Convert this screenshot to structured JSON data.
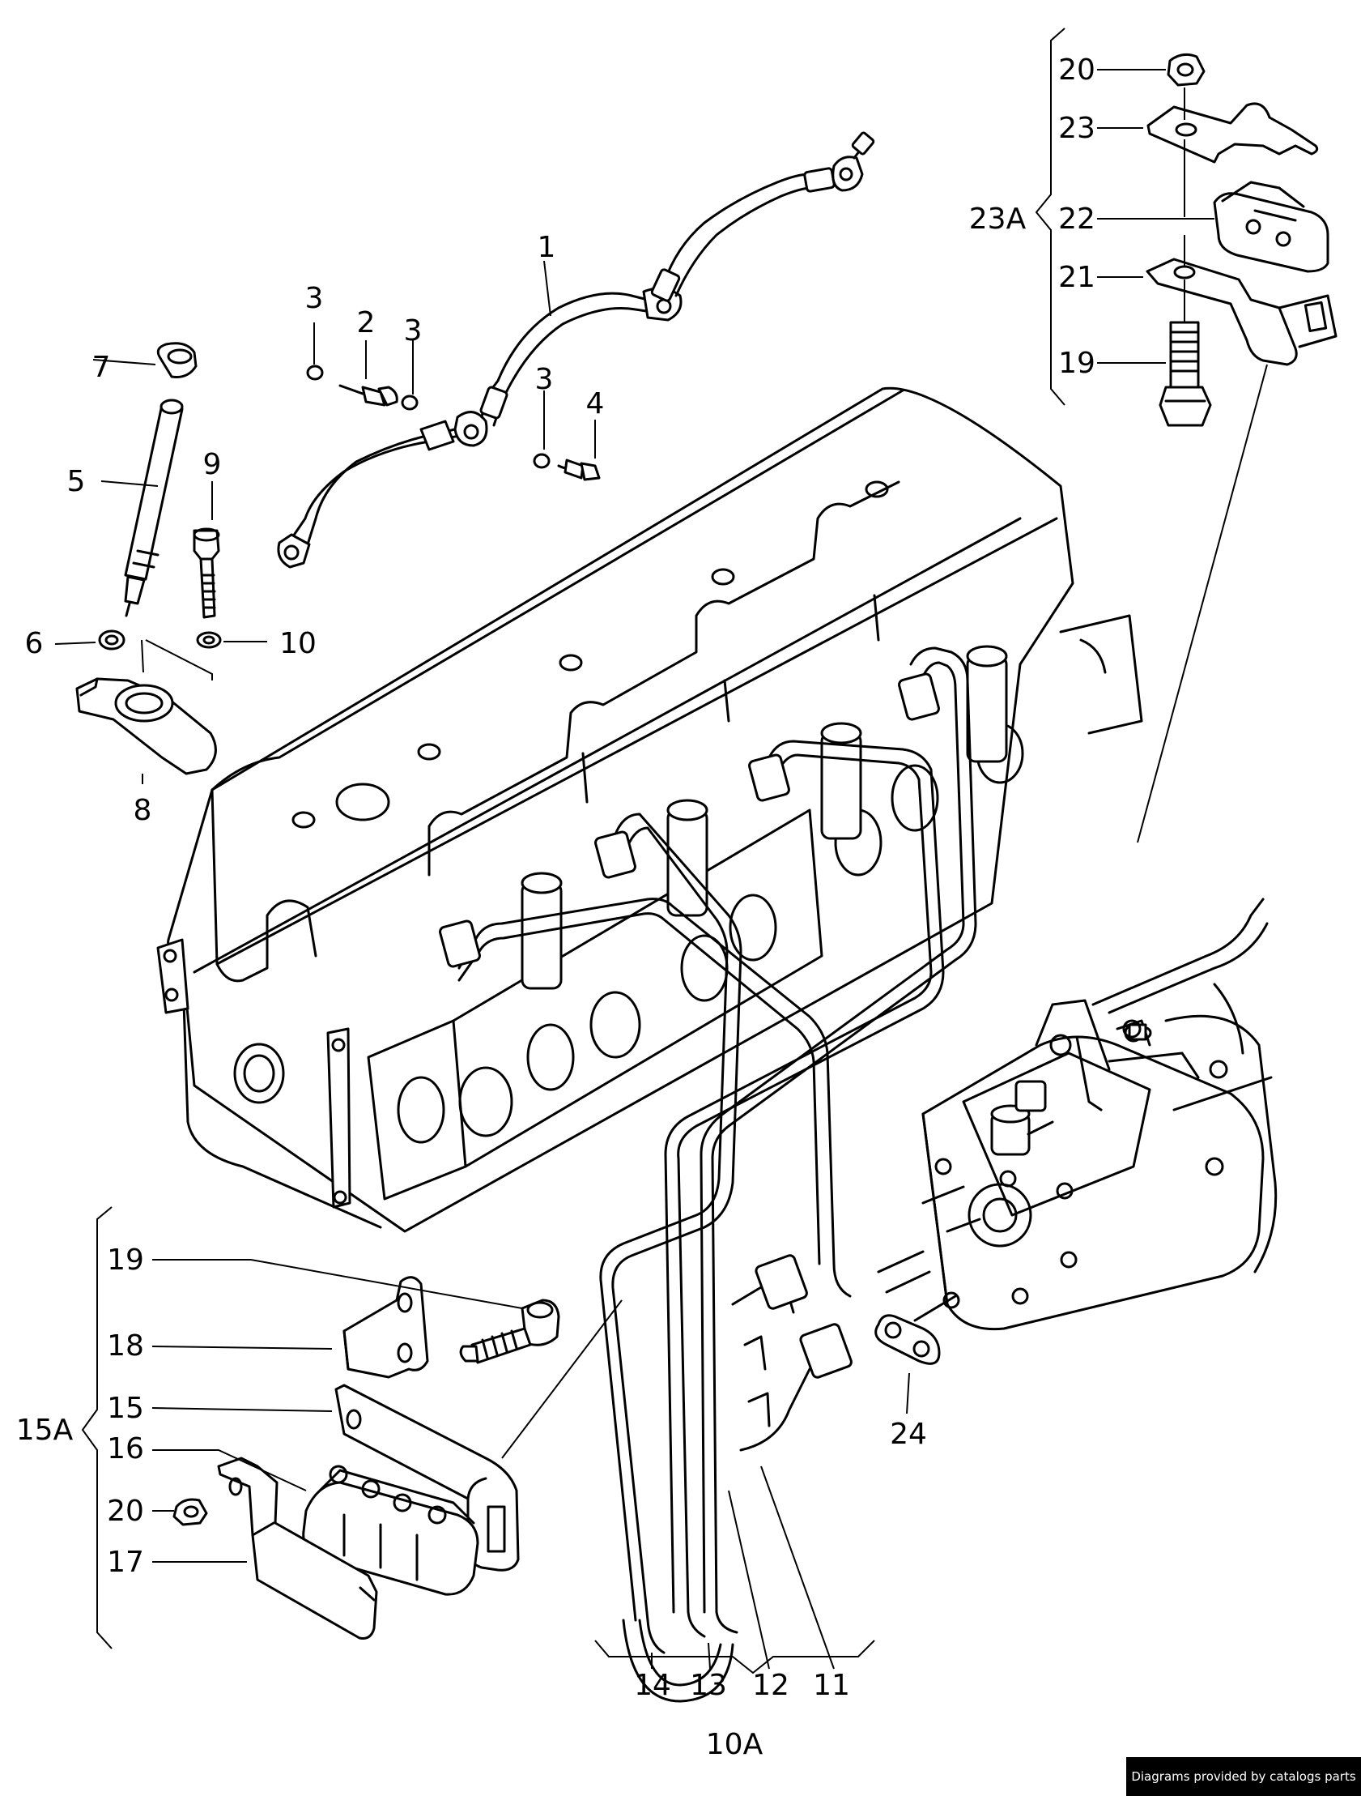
{
  "callouts": {
    "c1": "1",
    "c2": "2",
    "c3a": "3",
    "c3b": "3",
    "c3c": "3",
    "c4": "4",
    "c5": "5",
    "c6": "6",
    "c7": "7",
    "c8": "8",
    "c9": "9",
    "c10": "10",
    "c11": "11",
    "c12": "12",
    "c13": "13",
    "c14": "14",
    "c15": "15",
    "c16": "16",
    "c17": "17",
    "c18": "18",
    "c19a": "19",
    "c19b": "19",
    "c20a": "20",
    "c20b": "20",
    "c21": "21",
    "c22": "22",
    "c23": "23",
    "c24": "24"
  },
  "groups": {
    "g10A": "10A",
    "g15A": "15A",
    "g23A": "23A"
  },
  "credit": "Diagrams provided by catalogs parts"
}
